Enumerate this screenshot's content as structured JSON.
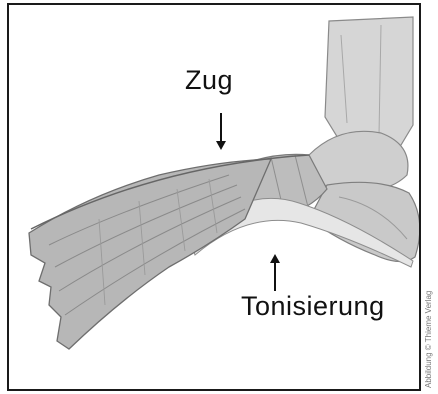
{
  "figure": {
    "label_top": "Zug",
    "label_bottom": "Tonisierung",
    "credit": "Abbildung © Thieme Verlag"
  }
}
